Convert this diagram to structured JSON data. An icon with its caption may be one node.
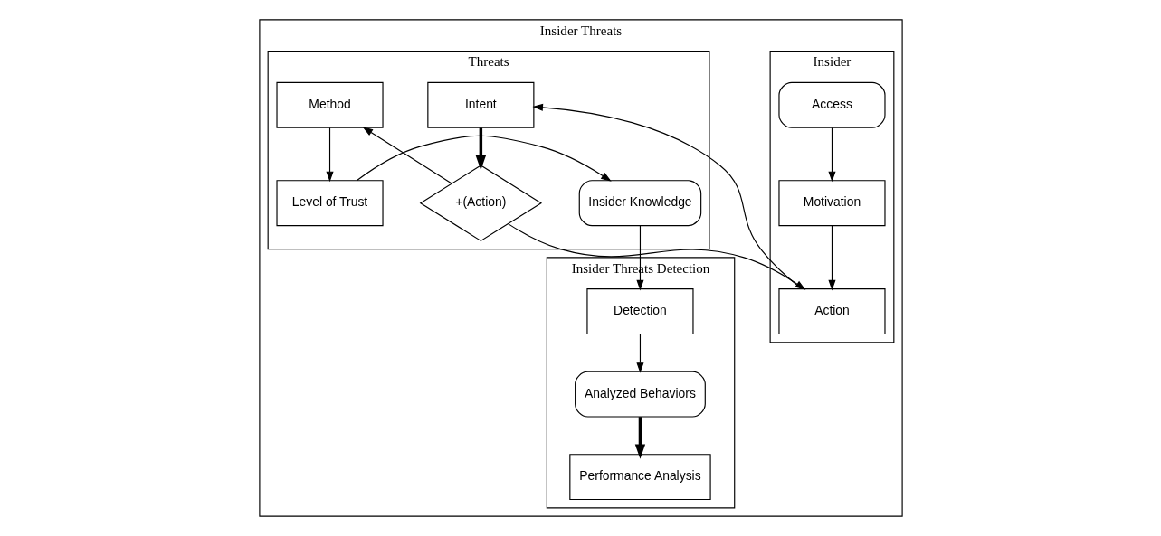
{
  "diagram": {
    "nodes": [
      {
        "text": [
          "Insider Threats"
        ]
      },
      {
        "text": [
          "Insider"
        ],
        "in": 0
      },
      {
        "text": [
          "Threats"
        ],
        "in": 0
      },
      {
        "text": [
          "Insider Threats Detection"
        ],
        "in": 0
      },
      {
        "text": [
          "Access"
        ],
        "in": 1
      },
      {
        "text": [
          "Motivation"
        ],
        "in": 1
      },
      {
        "text": [
          "Action"
        ],
        "in": 1
      },
      {
        "text": [
          "Intent"
        ],
        "in": 2
      },
      {
        "text": [
          "+(Action)"
        ],
        "in": 2
      },
      {
        "text": [
          "Method"
        ],
        "in": 2
      },
      {
        "text": [
          "Level of Trust"
        ],
        "in": 2
      },
      {
        "text": [
          "Insider Knowledge"
        ],
        "in": 2
      },
      {
        "text": [
          "Detection"
        ],
        "in": 3
      },
      {
        "text": [
          "Analyzed Behaviors"
        ],
        "in": 3
      },
      {
        "text": [
          "Performance Analysis"
        ],
        "in": 3
      }
    ],
    "edges": [
      {
        "from": 4,
        "to": 5,
        "arrow": "to"
      },
      {
        "from": 5,
        "to": 6,
        "arrow": "to"
      },
      {
        "from": 6,
        "to": 7,
        "arrow": "to"
      },
      {
        "from": 7,
        "to": 8,
        "arrow": "to",
        "style": "thick"
      },
      {
        "from": 8,
        "to": 6,
        "arrow": "to"
      },
      {
        "from": 8,
        "to": 9,
        "arrow": "to"
      },
      {
        "from": 9,
        "to": 10,
        "arrow": "to"
      },
      {
        "from": 10,
        "to": 11,
        "arrow": "to"
      },
      {
        "from": 11,
        "to": 12,
        "arrow": "to"
      },
      {
        "from": 12,
        "to": 13,
        "arrow": "to"
      },
      {
        "from": 13,
        "to": 14,
        "arrow": "to",
        "style": "thick"
      }
    ]
  }
}
